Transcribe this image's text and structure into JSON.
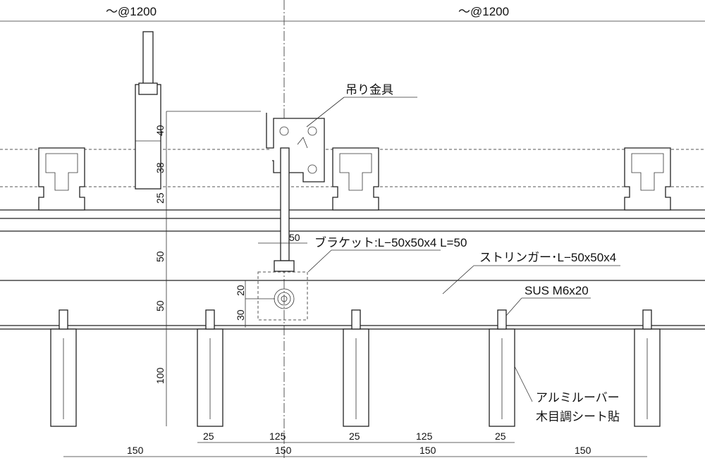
{
  "spacing": {
    "left": "〜@1200",
    "right": "〜@1200"
  },
  "callouts": {
    "hanger": "吊り金具",
    "bracket": "ブラケット:L−50x50x4 L=50",
    "bracket_width": "50",
    "stringer": "ストリンガー･L−50x50x4",
    "bolt": "SUS M6x20",
    "louver_line1": "アルミルーバー",
    "louver_line2": "木目調シート貼"
  },
  "vertical_dims": [
    "40",
    "38",
    "25",
    "50",
    "50",
    "100"
  ],
  "bracket_dims": [
    "20",
    "30"
  ],
  "bottom_dims": {
    "row1": [
      "25",
      "125",
      "25",
      "125",
      "25"
    ],
    "row2": [
      "150",
      "150",
      "150",
      "150"
    ]
  }
}
